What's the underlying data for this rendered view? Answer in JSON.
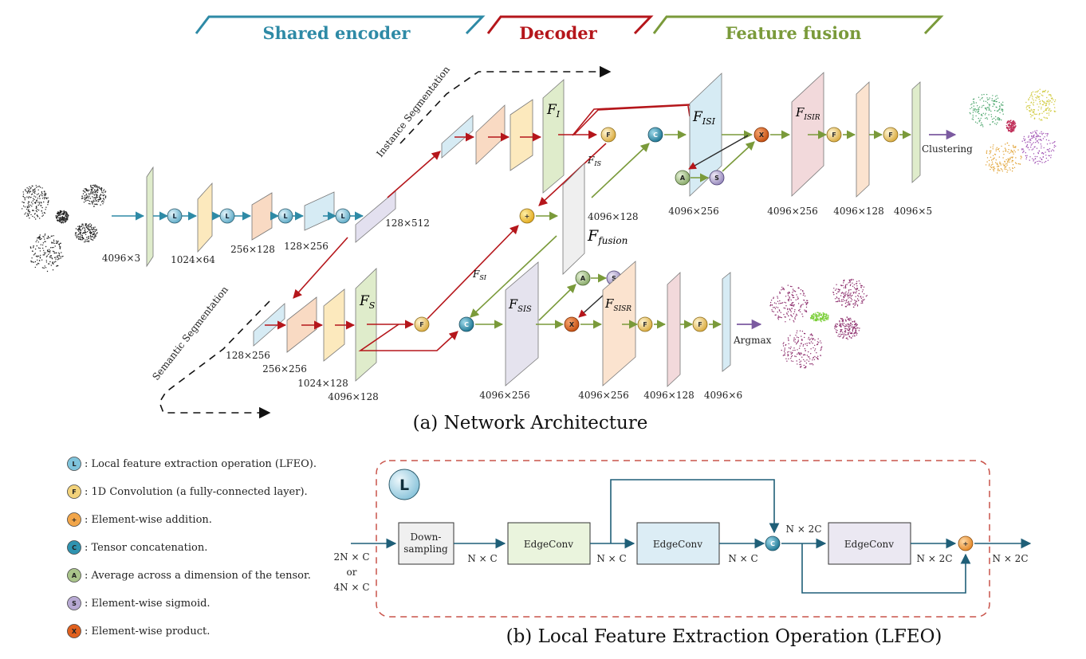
{
  "sections": {
    "encoder": "Shared encoder",
    "decoder": "Decoder",
    "fusion": "Feature fusion"
  },
  "colors": {
    "encoder": "#2e8aa6",
    "decoder": "#b5161b",
    "fusion": "#7a9a3a",
    "instance_arrow": "#b5161b",
    "fusion_arrow": "#7a9a3a",
    "encoder_arrow": "#2e8aa6",
    "output_arrow": "#7b5aa0"
  },
  "branches": {
    "instance": "Instance Segmentation",
    "semantic": "Semantic Segmentation"
  },
  "encoder_dims": [
    "4096×3",
    "1024×64",
    "256×128",
    "128×256",
    "128×512"
  ],
  "semantic_dims": [
    "128×256",
    "256×256",
    "1024×128",
    "4096×128"
  ],
  "fusion_dims": {
    "fusion_top": "4096×128",
    "isi": "4096×256",
    "isir": "4096×256",
    "top_fc1": "4096×128",
    "top_out": "4096×5",
    "sis": "4096×256",
    "sisr": "4096×256",
    "bot_fc1": "4096×128",
    "bot_out": "4096×6"
  },
  "feature_labels": {
    "fi_base": "F",
    "fi_sub": "I",
    "fs_base": "F",
    "fs_sub": "S",
    "fis_base": "F",
    "fis_sub": "IS",
    "fsi_base": "F",
    "fsi_sub": "SI",
    "ffusion_base": "F",
    "ffusion_sub": "fusion",
    "fisi_base": "F",
    "fisi_sub": "ISI",
    "fisir_base": "F",
    "fisir_sub": "ISIR",
    "fsis_base": "F",
    "fsis_sub": "SIS",
    "fsisr_base": "F",
    "fsisr_sub": "SISR"
  },
  "outputs": {
    "clustering": "Clustering",
    "argmax": "Argmax"
  },
  "captions": {
    "a": "(a) Network Architecture",
    "b": "(b)  Local Feature Extraction Operation (LFEO)"
  },
  "legend": [
    {
      "glyph": "L",
      "color": "#7fc4dc",
      "text": ": Local feature extraction operation (LFEO)."
    },
    {
      "glyph": "F",
      "color": "#f2d27a",
      "text": ": 1D Convolution (a fully-connected layer)."
    },
    {
      "glyph": "+",
      "color": "#f2a64a",
      "text": ": Element-wise addition."
    },
    {
      "glyph": "C",
      "color": "#2f93b0",
      "text": ": Tensor concatenation."
    },
    {
      "glyph": "A",
      "color": "#a9c48a",
      "text": ": Average across a dimension of the tensor."
    },
    {
      "glyph": "S",
      "color": "#b7a9d3",
      "text": ": Element-wise sigmoid."
    },
    {
      "glyph": "X",
      "color": "#e0601e",
      "text": ": Element-wise product."
    }
  ],
  "lfeo": {
    "badge": "L",
    "input_top": "2N × C",
    "input_or": "or",
    "input_bottom": "4N × C",
    "downsampling_1": "Down-",
    "downsampling_2": "sampling",
    "edgeconv": "EdgeConv",
    "nc": "N × C",
    "n2c": "N × 2C",
    "concat_glyph": "C",
    "add_glyph": "+"
  },
  "ops": {
    "L": "L",
    "F": "F",
    "C": "C",
    "A": "A",
    "S": "S",
    "X": "X",
    "plus": "+"
  }
}
